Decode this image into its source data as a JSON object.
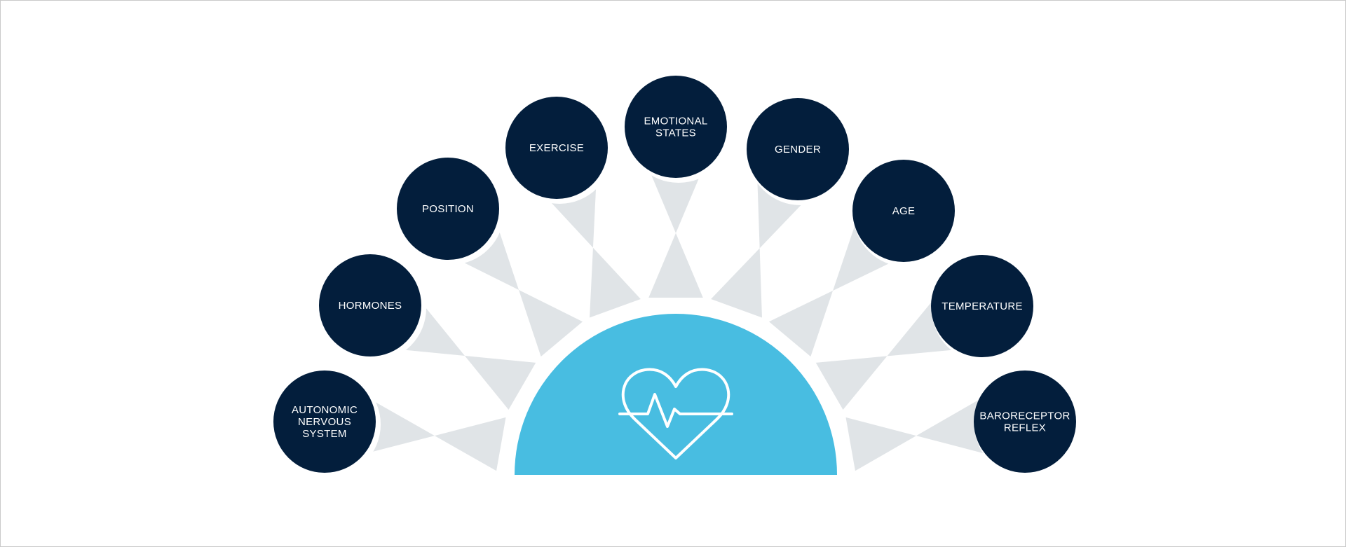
{
  "colors": {
    "circle_fill": "#031e3c",
    "circle_text": "#ffffff",
    "wedge_fill": "#e0e4e7",
    "center_fill": "#48bde1",
    "center_ring": "#ffffff",
    "icon_stroke": "#ffffff"
  },
  "center": {
    "icon": "heart-pulse-icon"
  },
  "factors": [
    {
      "label": [
        "AUTONOMIC",
        "NERVOUS",
        "SYSTEM"
      ]
    },
    {
      "label": [
        "HORMONES"
      ]
    },
    {
      "label": [
        "POSITION"
      ]
    },
    {
      "label": [
        "EXERCISE"
      ]
    },
    {
      "label": [
        "EMOTIONAL",
        "STATES"
      ]
    },
    {
      "label": [
        "GENDER"
      ]
    },
    {
      "label": [
        "AGE"
      ]
    },
    {
      "label": [
        "TEMPERATURE"
      ]
    },
    {
      "label": [
        "BARORECEPTOR",
        "REFLEX"
      ]
    }
  ]
}
